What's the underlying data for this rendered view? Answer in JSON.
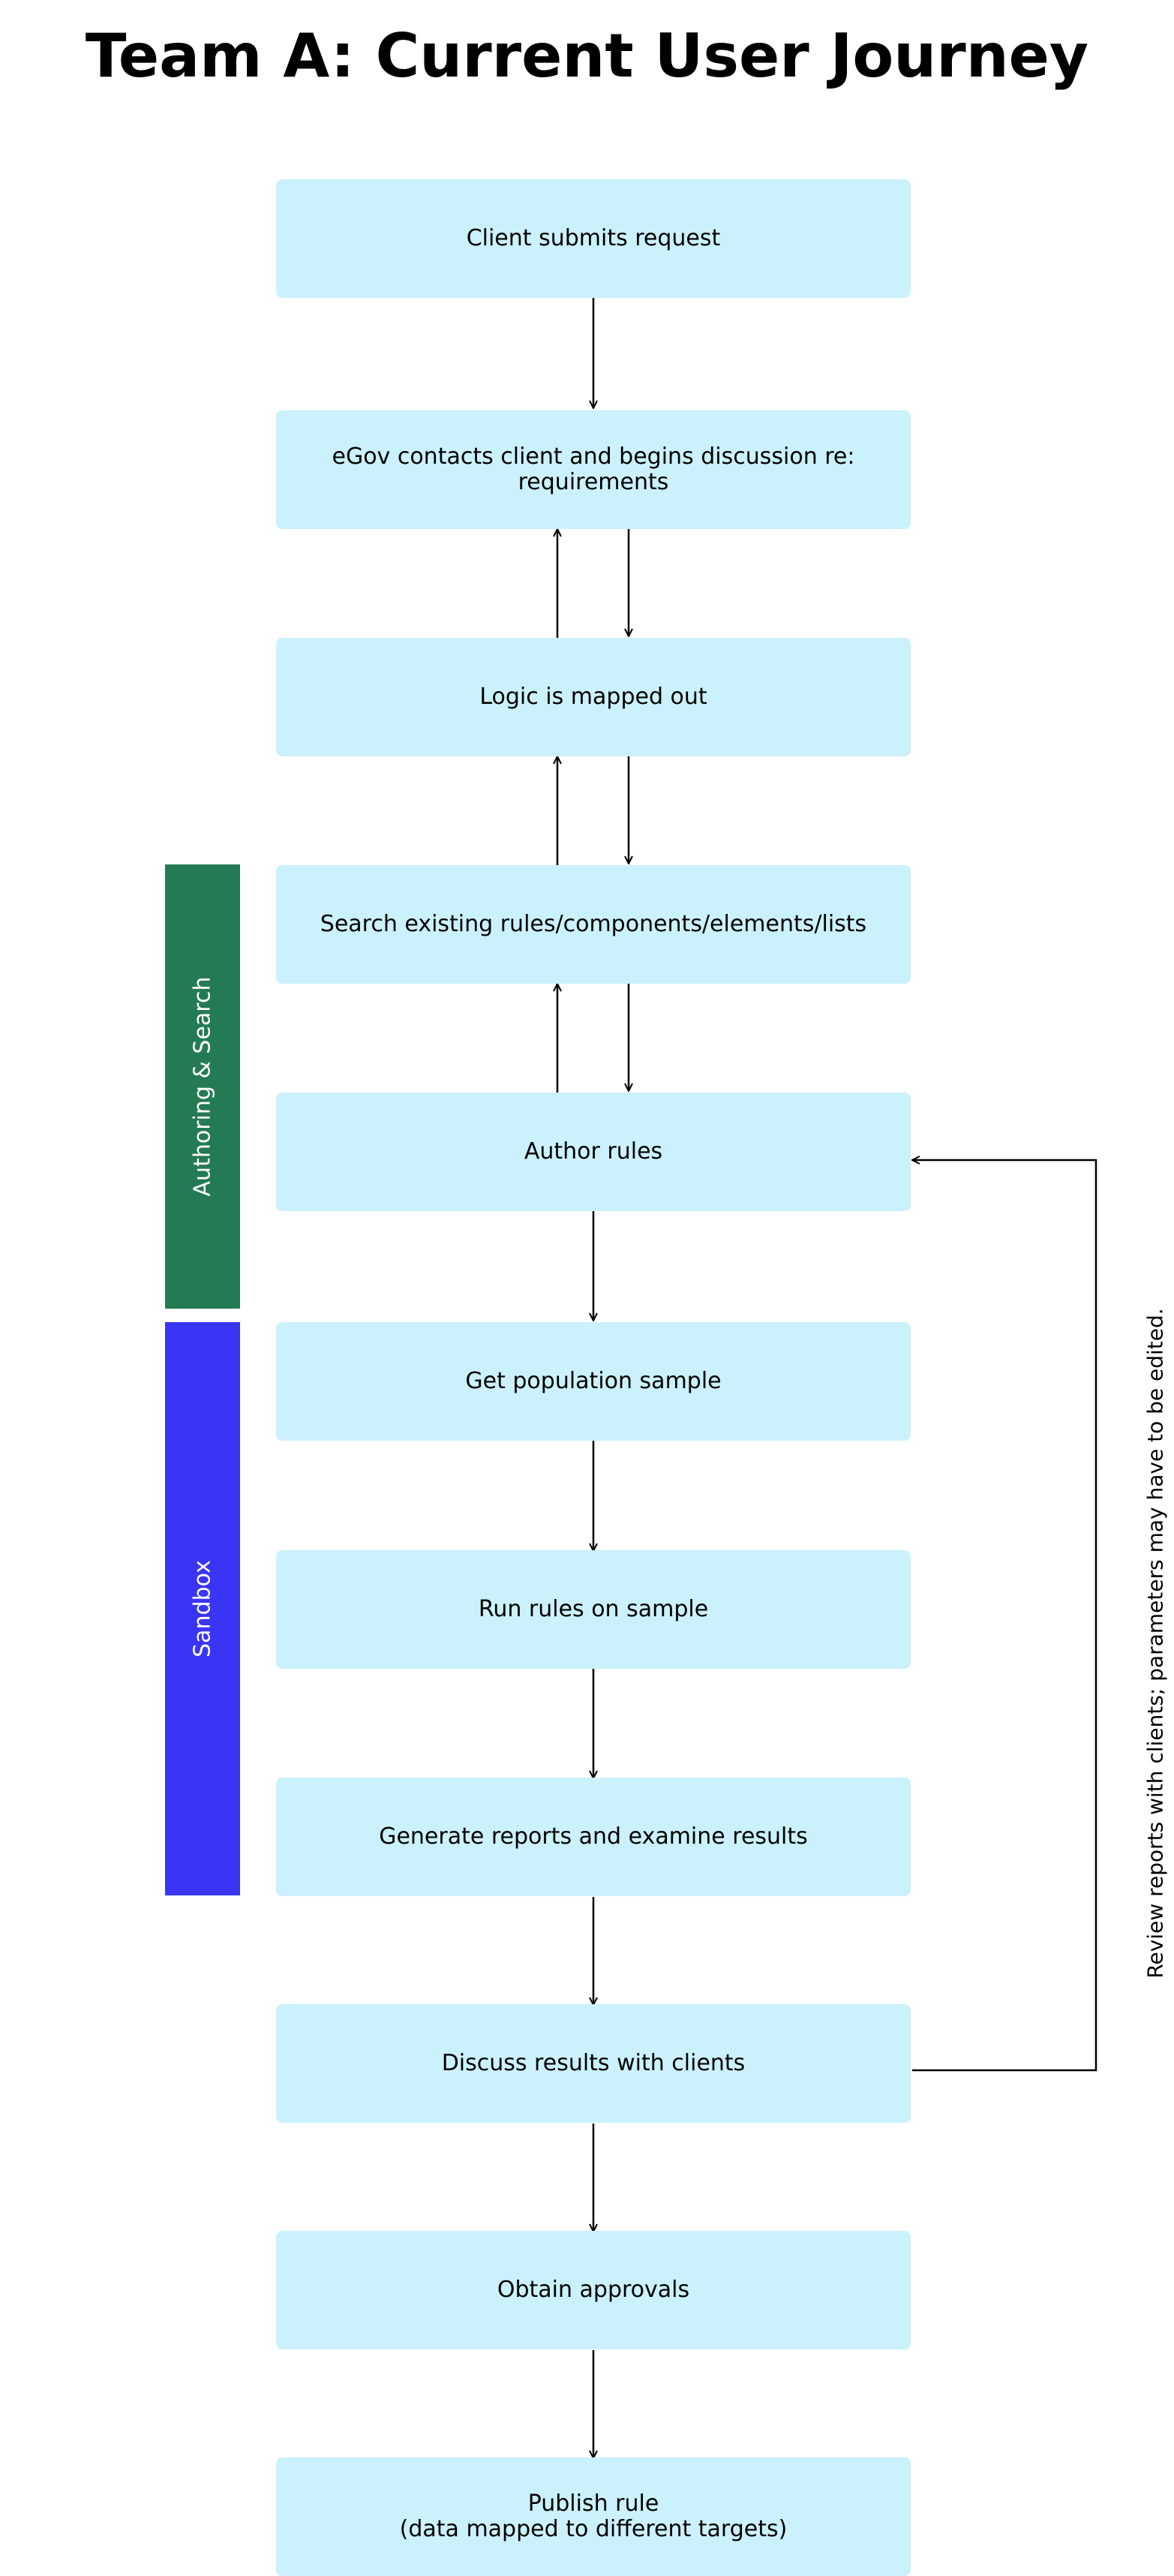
{
  "title": "Team A: Current User Journey",
  "steps": [
    "Client submits request",
    "eGov contacts client and begins discussion re: requirements",
    "Logic is mapped out",
    "Search existing rules/components/elements/lists",
    "Author rules",
    "Get population sample",
    "Run rules on sample",
    "Generate reports and examine results",
    "Discuss results with clients",
    "Obtain approvals",
    "Publish rule\n(data mapped to different targets)"
  ],
  "phases": {
    "authoring": {
      "label": "Authoring & Search",
      "color": "#247a53"
    },
    "sandbox": {
      "label": "Sandbox",
      "color": "#3a34f5"
    }
  },
  "feedback_note": "Review reports with clients; parameters may have to be edited.",
  "colors": {
    "step_fill": "#cbf1fc",
    "connector": "#000000"
  }
}
